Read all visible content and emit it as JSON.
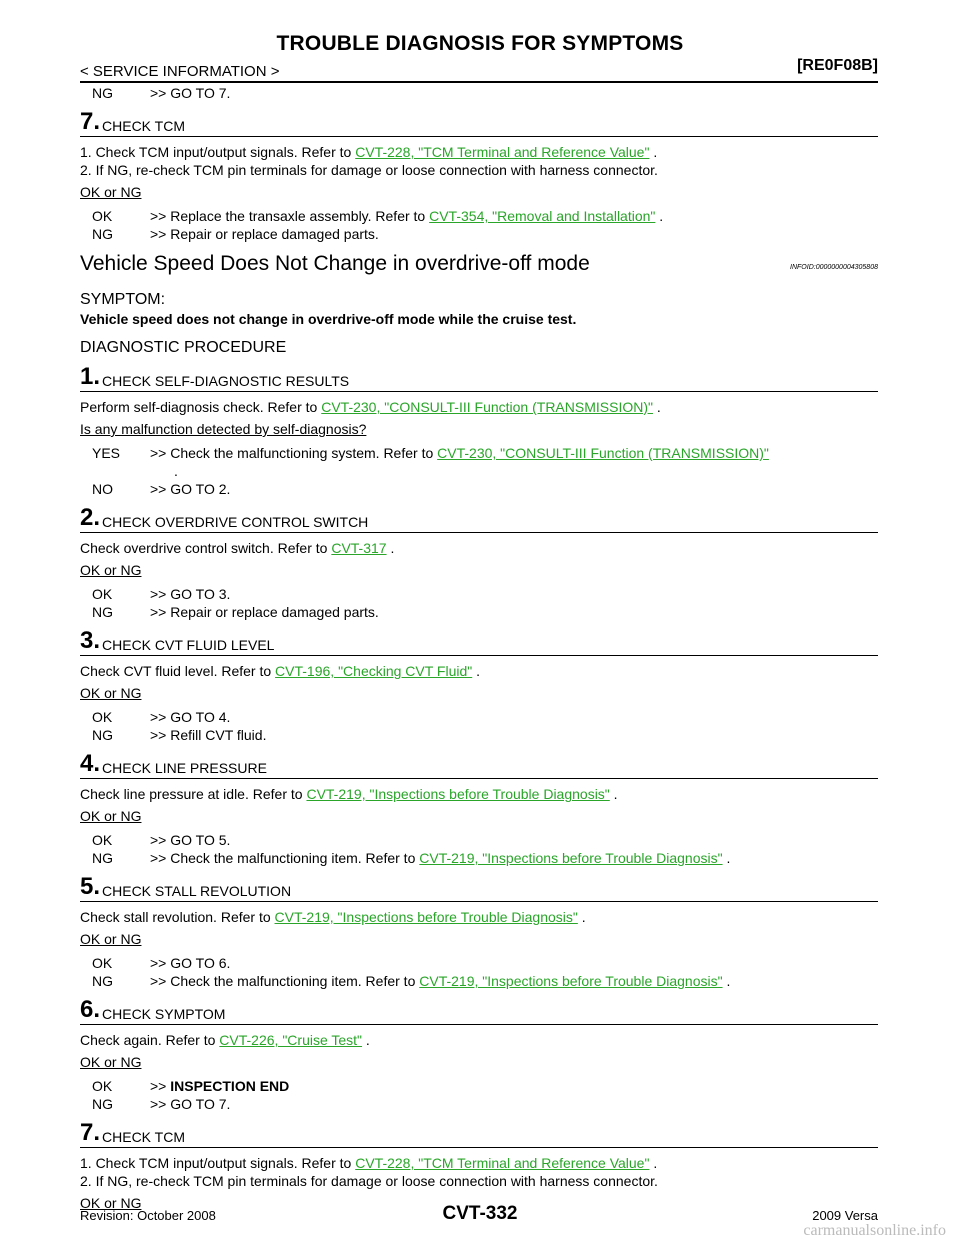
{
  "header": {
    "title": "TROUBLE DIAGNOSIS FOR SYMPTOMS",
    "section": "< SERVICE INFORMATION >",
    "code": "[RE0F08B]"
  },
  "top": {
    "ng_line": {
      "key": "NG",
      "text": ">> GO TO 7."
    },
    "step7": {
      "num": "7.",
      "title": "CHECK TCM",
      "item1_pre": "1. Check TCM input/output signals. Refer to ",
      "item1_link": "CVT-228, \"TCM Terminal and Reference Value\"",
      "item1_post": " .",
      "item2": "2. If NG, re-check TCM pin terminals for damage or loose connection with harness connector.",
      "question": "OK or NG",
      "ok_key": "OK",
      "ok_pre": ">> Replace the transaxle assembly. Refer to ",
      "ok_link": "CVT-354, \"Removal and Installation\"",
      "ok_post": " .",
      "ng_key": "NG",
      "ng_text": ">> Repair or replace damaged parts."
    }
  },
  "section": {
    "title": "Vehicle Speed Does Not Change in overdrive-off mode",
    "infoid": "INFOID:0000000004305808",
    "symptom_heading": "SYMPTOM:",
    "symptom_text": "Vehicle speed does not change in overdrive-off mode while the cruise test.",
    "diag_heading": "DIAGNOSTIC PROCEDURE"
  },
  "steps": {
    "s1": {
      "num": "1.",
      "title": "CHECK SELF-DIAGNOSTIC RESULTS",
      "text_pre": "Perform self-diagnosis check. Refer to ",
      "text_link": "CVT-230, \"CONSULT-III Function (TRANSMISSION)\"",
      "text_post": " .",
      "question": "Is any malfunction detected by self-diagnosis?",
      "yes_key": "YES",
      "yes_pre": ">> Check the malfunctioning system. Refer to ",
      "yes_link": "CVT-230, \"CONSULT-III Function (TRANSMISSION)\"",
      "yes_cont": ".",
      "no_key": "NO",
      "no_text": ">> GO TO 2."
    },
    "s2": {
      "num": "2.",
      "title": "CHECK OVERDRIVE CONTROL SWITCH",
      "text_pre": "Check overdrive control switch. Refer to ",
      "text_link": "CVT-317",
      "text_post": " .",
      "question": "OK or NG",
      "ok_key": "OK",
      "ok_text": ">> GO TO 3.",
      "ng_key": "NG",
      "ng_text": ">> Repair or replace damaged parts."
    },
    "s3": {
      "num": "3.",
      "title": "CHECK CVT FLUID LEVEL",
      "text_pre": "Check CVT fluid level. Refer to ",
      "text_link": "CVT-196, \"Checking CVT Fluid\"",
      "text_post": " .",
      "question": "OK or NG",
      "ok_key": "OK",
      "ok_text": ">> GO TO 4.",
      "ng_key": "NG",
      "ng_text": ">> Refill CVT fluid."
    },
    "s4": {
      "num": "4.",
      "title": "CHECK LINE PRESSURE",
      "text_pre": "Check line pressure at idle. Refer to ",
      "text_link": "CVT-219, \"Inspections before Trouble Diagnosis\"",
      "text_post": " .",
      "question": "OK or NG",
      "ok_key": "OK",
      "ok_text": ">> GO TO 5.",
      "ng_key": "NG",
      "ng_pre": ">> Check the malfunctioning item. Refer to ",
      "ng_link": "CVT-219, \"Inspections before Trouble Diagnosis\"",
      "ng_post": " ."
    },
    "s5": {
      "num": "5.",
      "title": "CHECK STALL REVOLUTION",
      "text_pre": "Check stall revolution. Refer to ",
      "text_link": "CVT-219, \"Inspections before Trouble Diagnosis\"",
      "text_post": " .",
      "question": "OK or NG",
      "ok_key": "OK",
      "ok_text": ">> GO TO 6.",
      "ng_key": "NG",
      "ng_pre": ">> Check the malfunctioning item. Refer to ",
      "ng_link": "CVT-219, \"Inspections before Trouble Diagnosis\"",
      "ng_post": " ."
    },
    "s6": {
      "num": "6.",
      "title": "CHECK SYMPTOM",
      "text_pre": "Check again. Refer to ",
      "text_link": "CVT-226, \"Cruise Test\"",
      "text_post": " .",
      "question": "OK or NG",
      "ok_key": "OK",
      "ok_pre": ">> ",
      "ok_bold": "INSPECTION END",
      "ng_key": "NG",
      "ng_text": ">> GO TO 7."
    },
    "s7": {
      "num": "7.",
      "title": "CHECK TCM",
      "item1_pre": "1. Check TCM input/output signals. Refer to ",
      "item1_link": "CVT-228, \"TCM Terminal and Reference Value\"",
      "item1_post": " .",
      "item2": "2. If NG, re-check TCM pin terminals for damage or loose connection with harness connector.",
      "question": "OK or NG"
    }
  },
  "footer": {
    "revision": "Revision: October 2008",
    "page": "CVT-332",
    "model": "2009 Versa",
    "watermark": "carmanualsonline.info"
  },
  "colors": {
    "link": "#2aa52a",
    "text": "#000000"
  }
}
